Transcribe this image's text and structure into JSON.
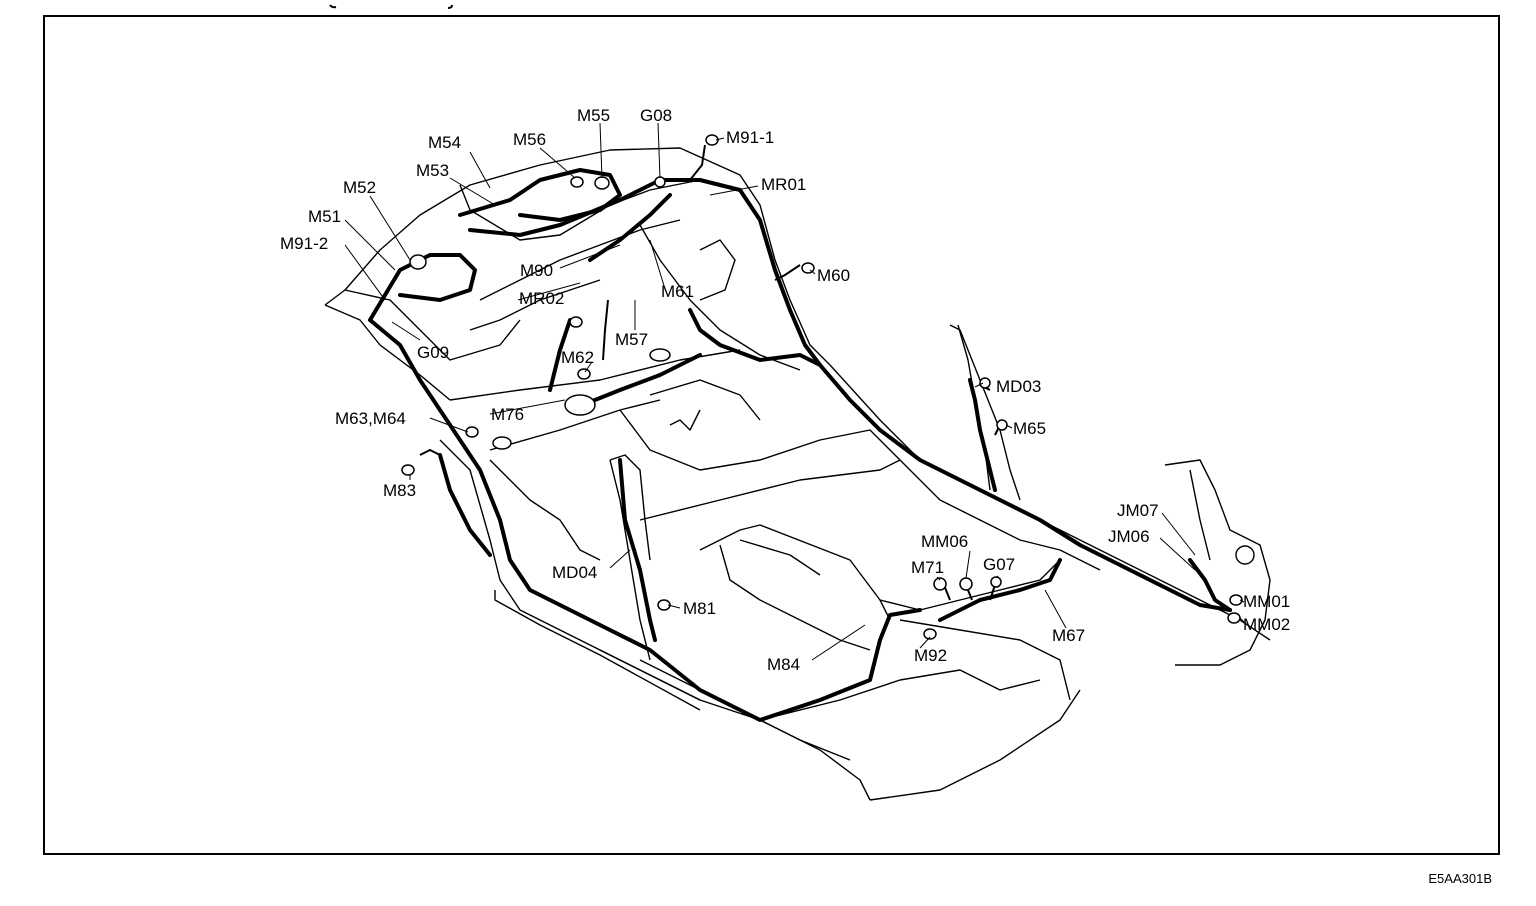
{
  "diagram": {
    "figure_code": "E5AA301B",
    "labels": {
      "m55": "M55",
      "g08": "G08",
      "m91_1": "M91-1",
      "m54": "M54",
      "m56": "M56",
      "m53": "M53",
      "mr01": "MR01",
      "m52": "M52",
      "m51": "M51",
      "m91_2": "M91-2",
      "m90": "M90",
      "m60": "M60",
      "mr02": "MR02",
      "m61": "M61",
      "m57": "M57",
      "g09": "G09",
      "m62": "M62",
      "md03": "MD03",
      "m63_m64": "M63,M64",
      "m76": "M76",
      "m65": "M65",
      "m83": "M83",
      "jm07": "JM07",
      "jm06": "JM06",
      "mm06": "MM06",
      "m71": "M71",
      "g07": "G07",
      "md04": "MD04",
      "m81": "M81",
      "mm01": "MM01",
      "mm02": "MM02",
      "m67": "M67",
      "m84": "M84",
      "m92": "M92"
    }
  }
}
